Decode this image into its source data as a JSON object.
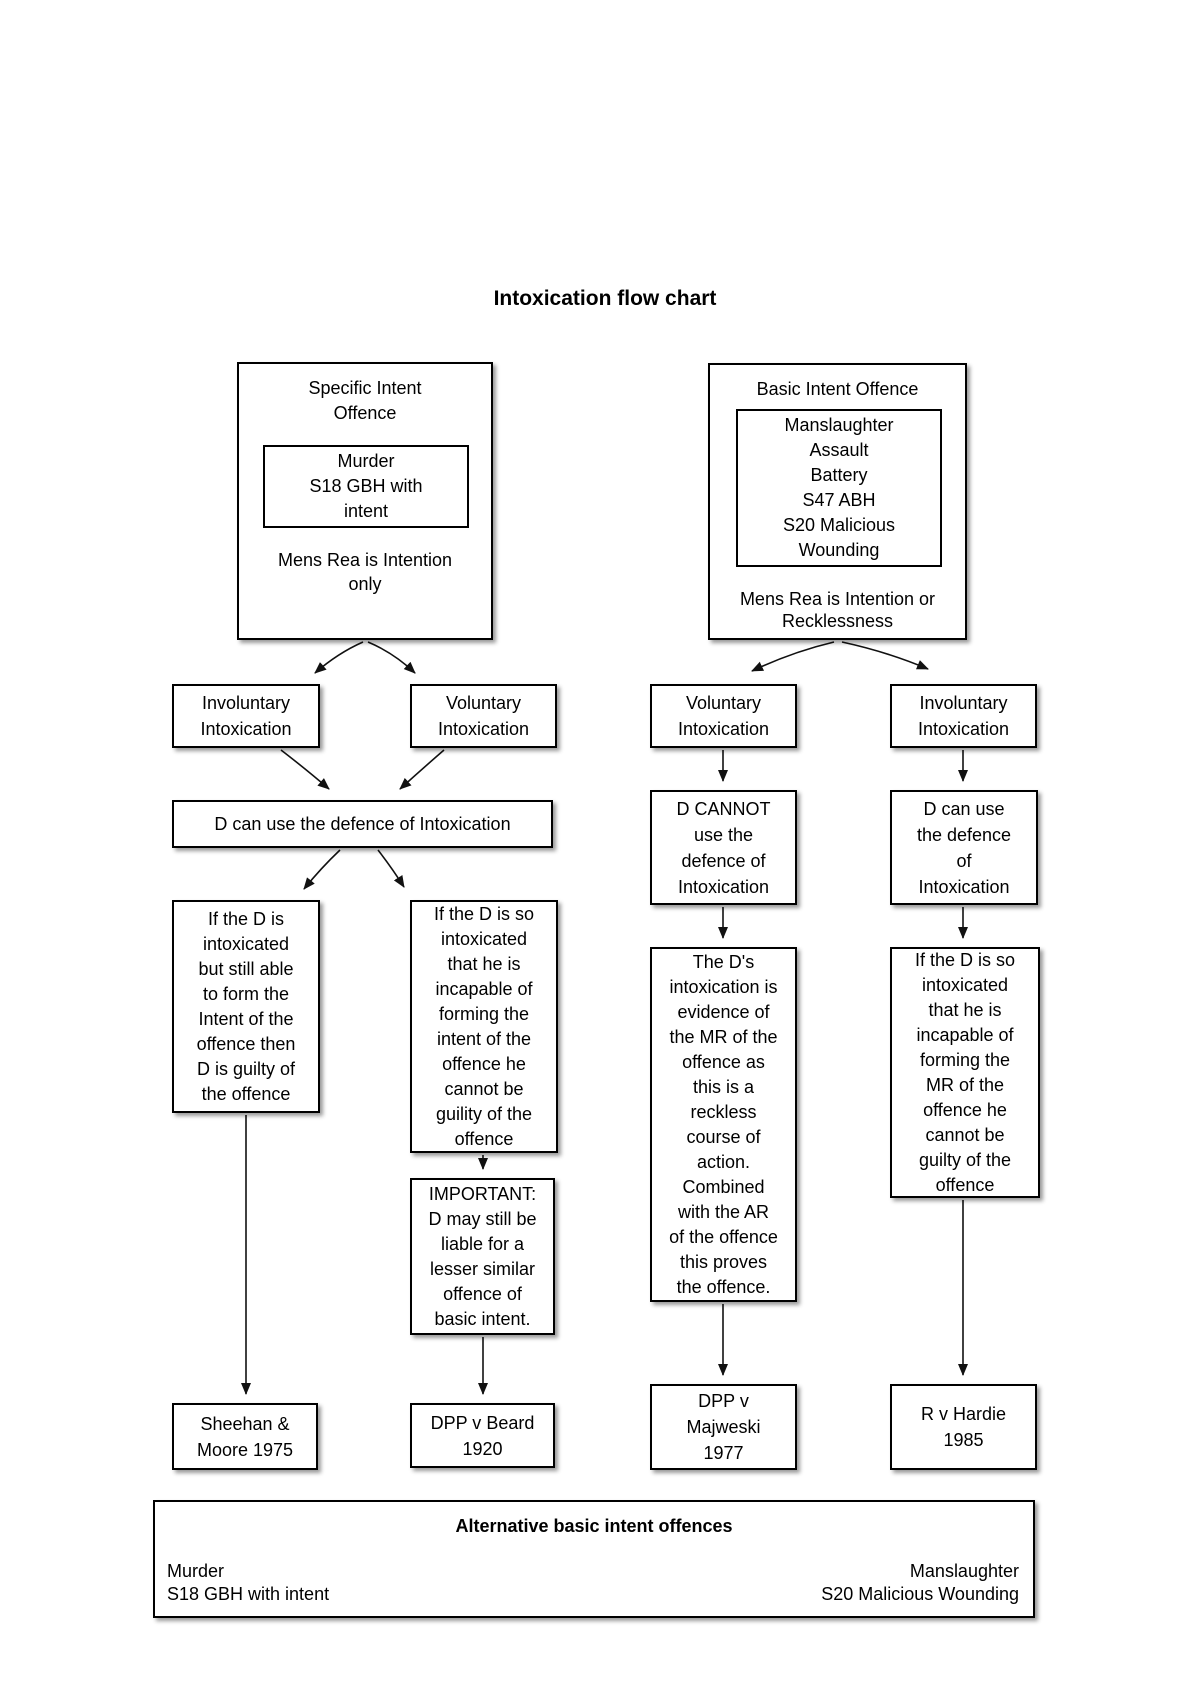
{
  "title": "Intoxication flow chart",
  "specific": {
    "heading": "Specific Intent\nOffence",
    "offences": "Murder\nS18 GBH with\nintent",
    "mens_rea": "Mens Rea is Intention\nonly"
  },
  "basic": {
    "heading": "Basic Intent Offence",
    "offences": "Manslaughter\nAssault\nBattery\nS47 ABH\nS20 Malicious\nWounding",
    "mens_rea": "Mens Rea is Intention or\nRecklessness"
  },
  "branches": {
    "involuntary_left": "Involuntary\nIntoxication",
    "voluntary_left": "Voluntary\nIntoxication",
    "voluntary_right": "Voluntary\nIntoxication",
    "involuntary_right": "Involuntary\nIntoxication"
  },
  "outcomes": {
    "defence_bar": "D can use the defence of Intoxication",
    "still_able": "If the D is\nintoxicated\nbut still able\nto form the\nIntent of the\noffence then\nD is guilty of\nthe offence",
    "incapable_intent": "If the D is so\nintoxicated\nthat he is\nincapable of\nforming the\nintent of the\noffence he\ncannot be\nguility of the\noffence",
    "important_note": "IMPORTANT:\nD may still be\nliable for a\nlesser similar\noffence of\nbasic intent.",
    "cannot_use": "D CANNOT\nuse the\ndefence of\nIntoxication",
    "reckless_evidence": "The D's\nintoxication is\nevidence of\nthe MR of the\noffence as\nthis is a\nreckless\ncourse of\naction.\nCombined\nwith the AR\nof the offence\nthis proves\nthe offence.",
    "can_use": "D can use\nthe defence\nof\nIntoxication",
    "incapable_mr": "If the D is so\nintoxicated\nthat he is\nincapable of\nforming the\nMR of the\noffence he\ncannot be\nguilty of the\noffence"
  },
  "cases": {
    "sheehan": "Sheehan &\nMoore 1975",
    "beard": "DPP v Beard\n1920",
    "majweski": "DPP v\nMajweski\n1977",
    "hardie": "R v Hardie\n1985"
  },
  "footer": {
    "heading": "Alternative basic intent offences",
    "left": "Murder\nS18 GBH with intent",
    "right": "Manslaughter\nS20 Malicious Wounding"
  }
}
